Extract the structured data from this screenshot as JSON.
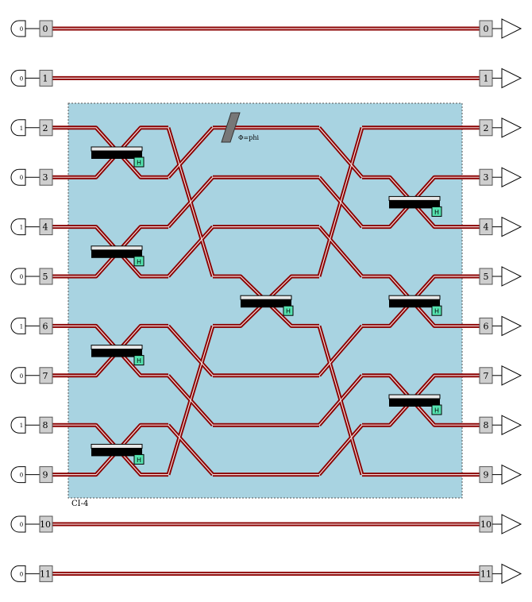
{
  "circuit": {
    "region_label": "CI-4",
    "phase_label": "Φ=phi",
    "hadamard_label": "H",
    "inputs": [
      {
        "mode": "0",
        "photons": "0"
      },
      {
        "mode": "1",
        "photons": "0"
      },
      {
        "mode": "2",
        "photons": "1"
      },
      {
        "mode": "3",
        "photons": "0"
      },
      {
        "mode": "4",
        "photons": "1"
      },
      {
        "mode": "5",
        "photons": "0"
      },
      {
        "mode": "6",
        "photons": "1"
      },
      {
        "mode": "7",
        "photons": "0"
      },
      {
        "mode": "8",
        "photons": "1"
      },
      {
        "mode": "9",
        "photons": "0"
      },
      {
        "mode": "10",
        "photons": "0"
      },
      {
        "mode": "11",
        "photons": "0"
      }
    ],
    "outputs": [
      "0",
      "1",
      "2",
      "3",
      "4",
      "5",
      "6",
      "7",
      "8",
      "9",
      "10",
      "11"
    ],
    "colors": {
      "wire_outer": "#8b0000",
      "wire_inner": "#f2dede",
      "region_fill": "#a8d3e1",
      "splitter_body": "#000000",
      "hadamard_fill": "#55e3b0",
      "port_fill": "#cfcfcf"
    }
  }
}
